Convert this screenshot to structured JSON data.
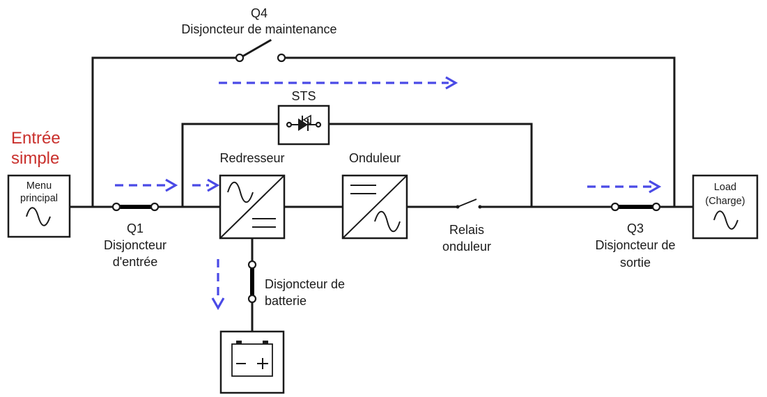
{
  "title": {
    "line1": "Entrée",
    "line2": "simple"
  },
  "breakers": {
    "q4": {
      "tag": "Q4",
      "name": "Disjoncteur de maintenance"
    },
    "q1": {
      "tag": "Q1",
      "name_line1": "Disjoncteur",
      "name_line2": "d'entrée"
    },
    "q3": {
      "tag": "Q3",
      "name_line1": "Disjoncteur de",
      "name_line2": "sortie"
    },
    "battery": {
      "name_line1": "Disjoncteur de",
      "name_line2": "batterie"
    }
  },
  "blocks": {
    "sts": "STS",
    "rectifier": "Redresseur",
    "inverter": "Onduleur",
    "relay_line1": "Relais",
    "relay_line2": "onduleur",
    "source_line1": "Menu",
    "source_line2": "principal",
    "load_line1": "Load",
    "load_line2": "(Charge)"
  },
  "colors": {
    "flow": "#4a4ae6",
    "title": "#c9302c",
    "line": "#1a1a1a"
  }
}
